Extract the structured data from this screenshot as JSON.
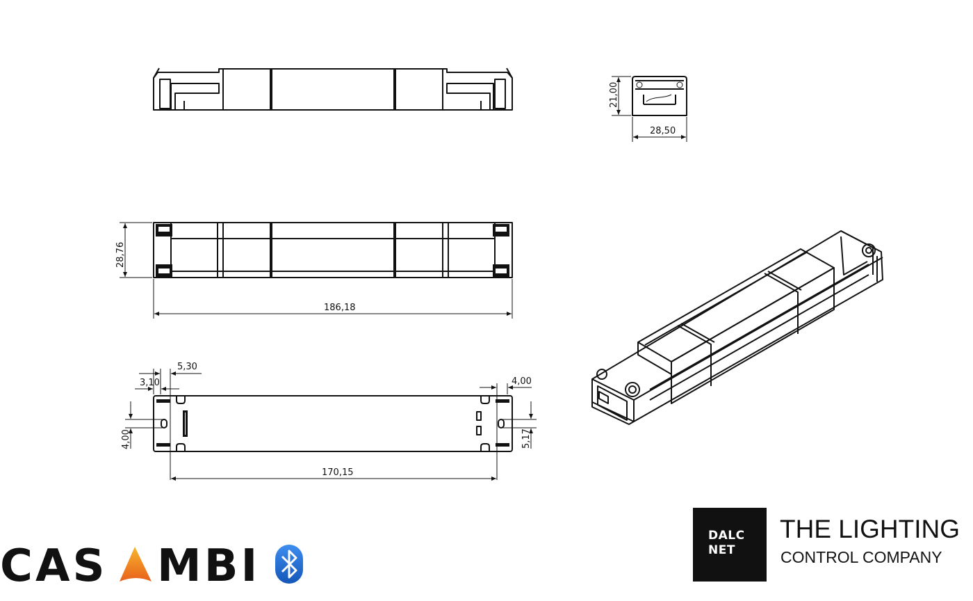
{
  "dimensions": {
    "front_height": "21,00",
    "front_width": "28,50",
    "top_width": "28,76",
    "top_length": "186,18",
    "bottom_offset_a": "5,30",
    "bottom_offset_b": "3,10",
    "bottom_offset_c": "4,00",
    "bottom_hole_left": "4,00",
    "bottom_hole_right": "5,17",
    "bottom_hole_spacing": "170,15"
  },
  "logos": {
    "casambi_part1": "CAS",
    "casambi_part2": "MBI",
    "dalcnet_line1": "DALC",
    "dalcnet_line2": "NET",
    "tagline_line1": "THE LIGHTING",
    "tagline_line2": "CONTROL COMPANY"
  },
  "colors": {
    "line": "#111111",
    "casambi_flame_top": "#f7b52c",
    "casambi_flame_bottom": "#e8601c",
    "bluetooth_blue": "#1a6fd6"
  }
}
